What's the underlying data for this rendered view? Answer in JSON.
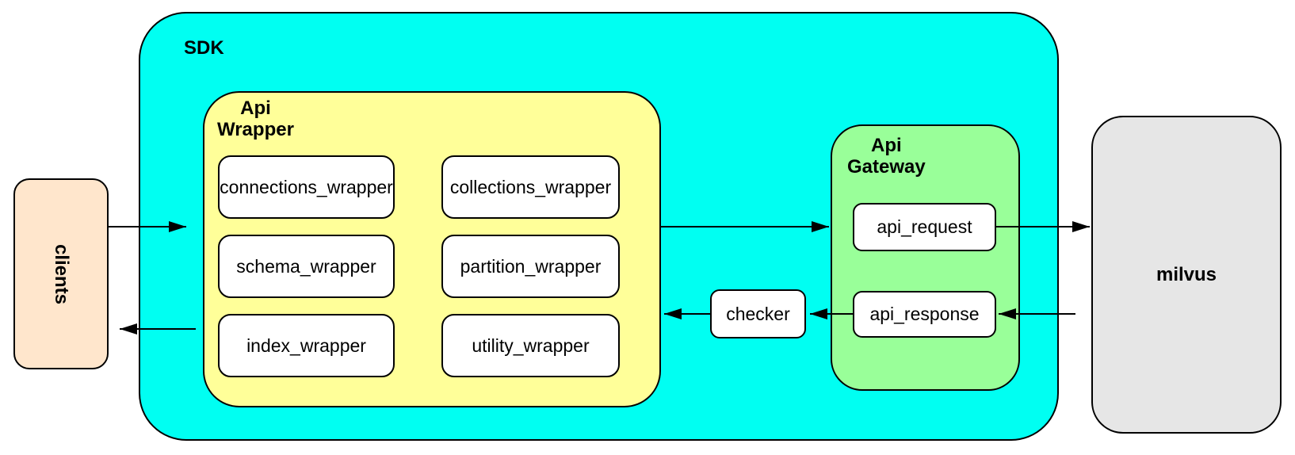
{
  "diagram": {
    "colors": {
      "sdk_fill": "#00FFF2",
      "api_wrapper_fill": "#FFFF99",
      "api_gateway_fill": "#99FF99",
      "clients_fill": "#FFE6CC",
      "milvus_fill": "#E6E6E6",
      "leaf_fill": "#FFFFFF",
      "border": "#000000"
    },
    "nodes": {
      "clients": {
        "label": "clients"
      },
      "sdk": {
        "label": "SDK"
      },
      "api_wrapper": {
        "label_lines": [
          "Api",
          "Wrapper"
        ],
        "children": [
          {
            "label": "connections_wrapper"
          },
          {
            "label": "collections_wrapper"
          },
          {
            "label": "schema_wrapper"
          },
          {
            "label": "partition_wrapper"
          },
          {
            "label": "index_wrapper"
          },
          {
            "label": "utility_wrapper"
          }
        ]
      },
      "checker": {
        "label": "checker"
      },
      "api_gateway": {
        "label_lines": [
          "Api",
          "Gateway"
        ],
        "children": [
          {
            "label": "api_request"
          },
          {
            "label": "api_response"
          }
        ]
      },
      "milvus": {
        "label": "milvus"
      }
    },
    "edges": [
      {
        "from": "clients",
        "to": "api_wrapper"
      },
      {
        "from": "api_wrapper",
        "to": "api_request"
      },
      {
        "from": "api_request",
        "to": "milvus"
      },
      {
        "from": "milvus",
        "to": "api_response"
      },
      {
        "from": "api_response",
        "to": "checker"
      },
      {
        "from": "checker",
        "to": "api_wrapper"
      },
      {
        "from": "api_wrapper",
        "to": "clients"
      }
    ]
  }
}
